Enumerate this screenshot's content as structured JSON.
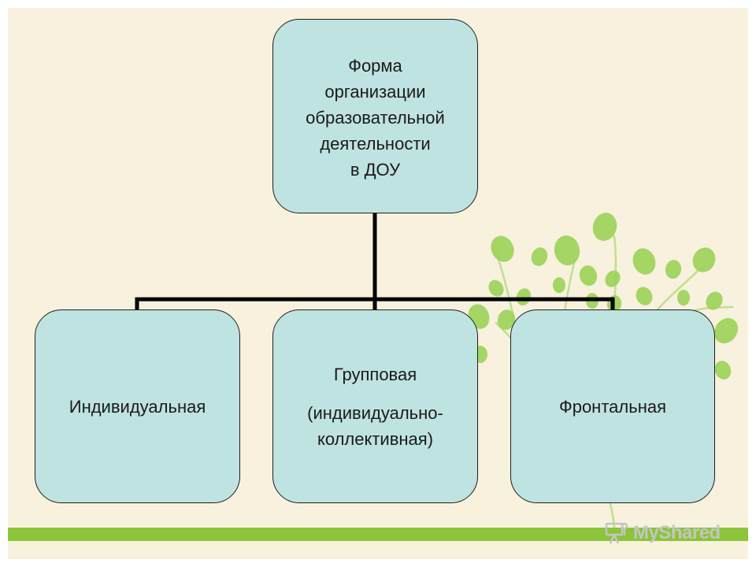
{
  "diagram": {
    "root": {
      "lines": [
        "Форма",
        "организации",
        "образовательной",
        "деятельности",
        "в ДОУ"
      ]
    },
    "children": [
      {
        "lines": [
          "Индивидуальная"
        ]
      },
      {
        "title": "Групповая",
        "sublines": [
          "(индивидуально-",
          "коллективная)"
        ]
      },
      {
        "lines": [
          "Фронтальная"
        ]
      }
    ]
  },
  "watermark": {
    "text": "MyShared",
    "icon": "presentation-board-icon"
  },
  "colors": {
    "background": "#f7f1de",
    "box_fill": "#bfe3e1",
    "connector": "#000000",
    "footer_bar": "#8cc43a",
    "leaf": "#9fd35a"
  }
}
